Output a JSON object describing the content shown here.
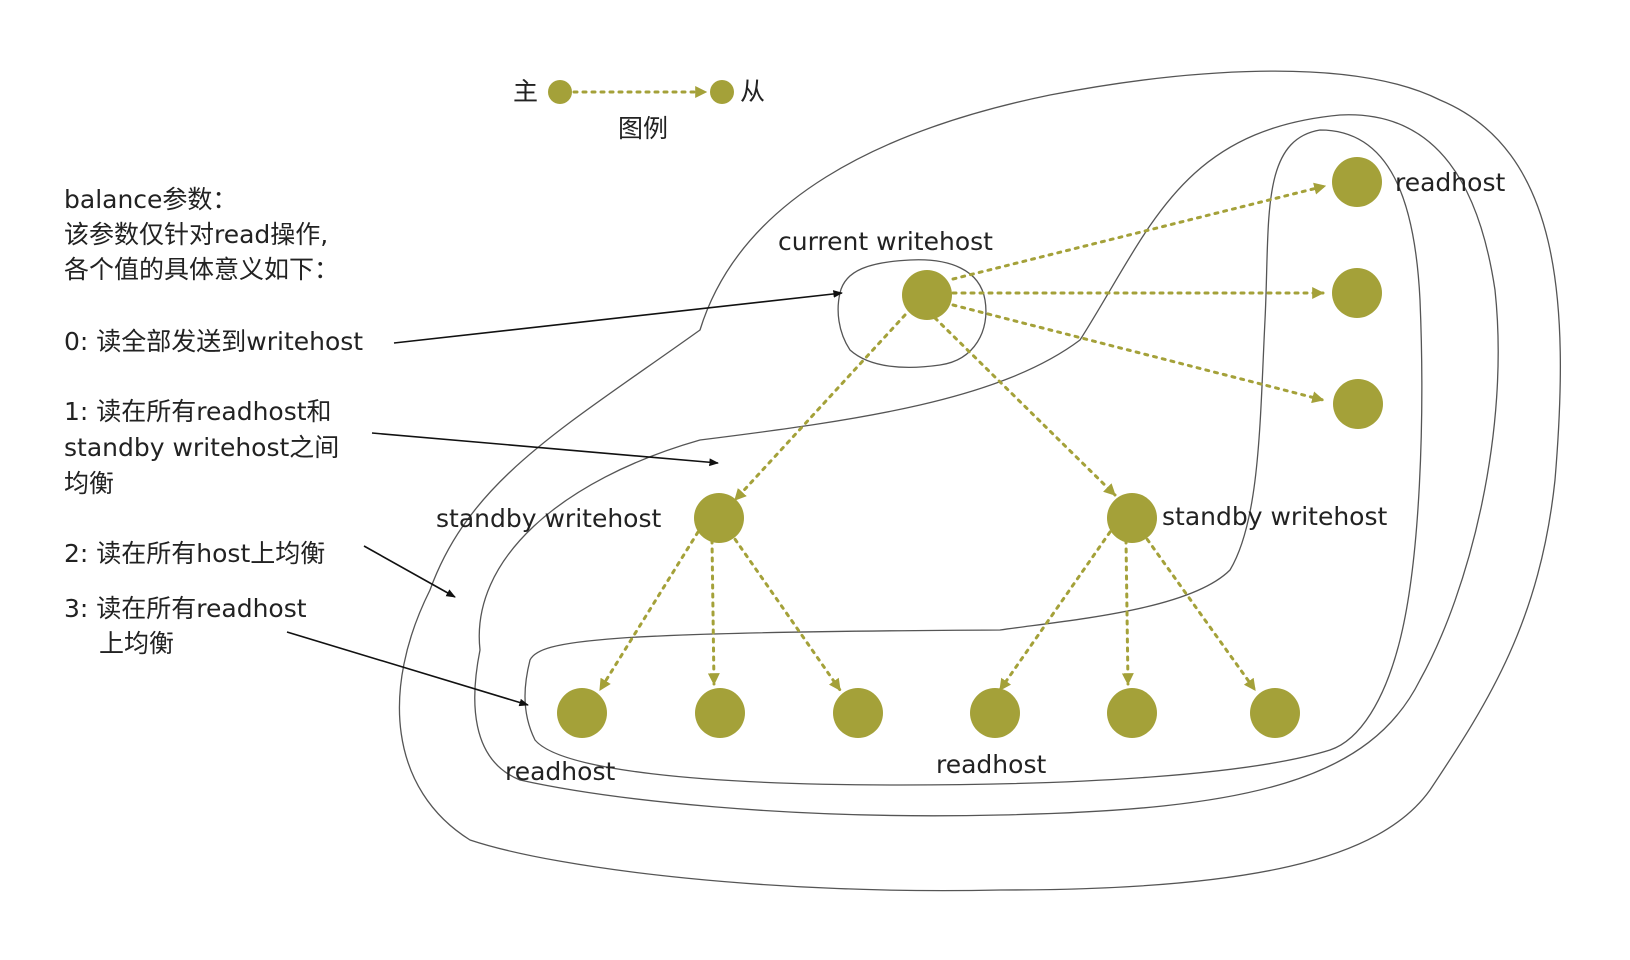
{
  "legend": {
    "master_label": "主",
    "slave_label": "从",
    "caption": "图例"
  },
  "description": {
    "lines": [
      "balance参数：",
      "该参数仅针对read操作,",
      "各个值的具体意义如下："
    ]
  },
  "options": [
    {
      "lines": [
        "0: 读全部发送到writehost"
      ]
    },
    {
      "lines": [
        "1: 读在所有readhost和",
        "standby writehost之间",
        "均衡"
      ]
    },
    {
      "lines": [
        "2: 读在所有host上均衡"
      ]
    },
    {
      "lines": [
        "3: 读在所有readhost",
        "上均衡"
      ]
    }
  ],
  "node_labels": {
    "current_writehost": "current writehost",
    "standby_left": "standby writehost",
    "standby_right": "standby writehost",
    "readhost_top": "readhost",
    "readhost_bottom_left": "readhost",
    "readhost_bottom_right": "readhost"
  },
  "colors": {
    "node": "#a4a139",
    "relation": "#a4a139",
    "region": "#555555",
    "pointer": "#111111"
  }
}
